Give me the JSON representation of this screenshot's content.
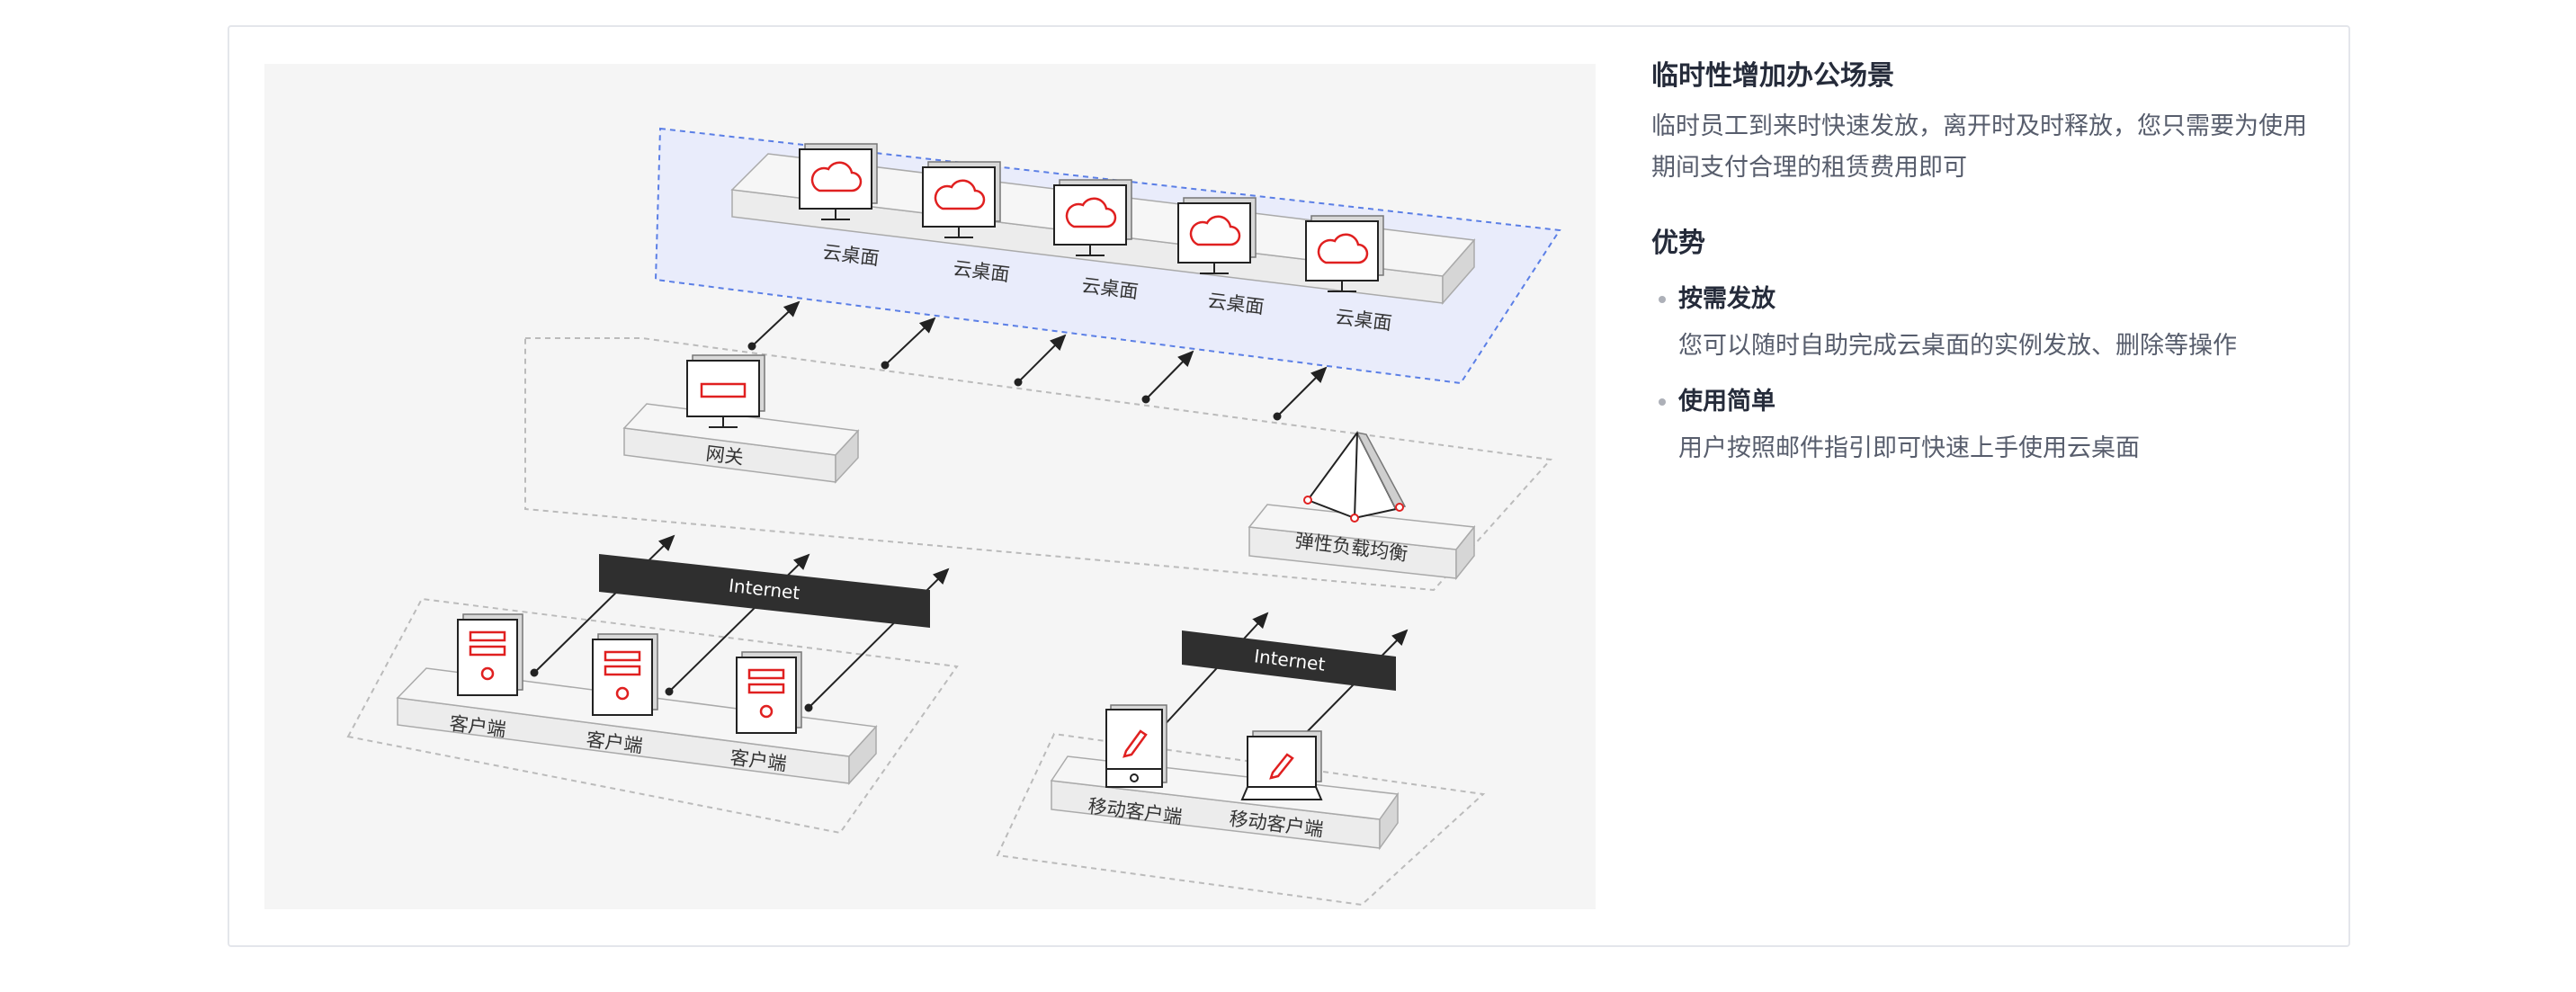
{
  "diagram": {
    "cloud_desktops": [
      "云桌面",
      "云桌面",
      "云桌面",
      "云桌面",
      "云桌面"
    ],
    "gateway": "网关",
    "load_balancer": "弹性负载均衡",
    "internet_left": "Internet",
    "internet_right": "Internet",
    "clients": [
      "客户端",
      "客户端",
      "客户端"
    ],
    "mobile_clients": [
      "移动客户端",
      "移动客户端"
    ],
    "colors": {
      "accent": "#e02020",
      "zone": "#5b7fe6",
      "internet_bar": "#2f2f2f"
    }
  },
  "panel": {
    "title": "临时性增加办公场景",
    "description": "临时员工到来时快速发放，离开时及时释放，您只需要为使用期间支付合理的租赁费用即可",
    "advantages_heading": "优势",
    "advantages": [
      {
        "title": "按需发放",
        "desc": "您可以随时自助完成云桌面的实例发放、删除等操作"
      },
      {
        "title": "使用简单",
        "desc": "用户按照邮件指引即可快速上手使用云桌面"
      }
    ]
  }
}
